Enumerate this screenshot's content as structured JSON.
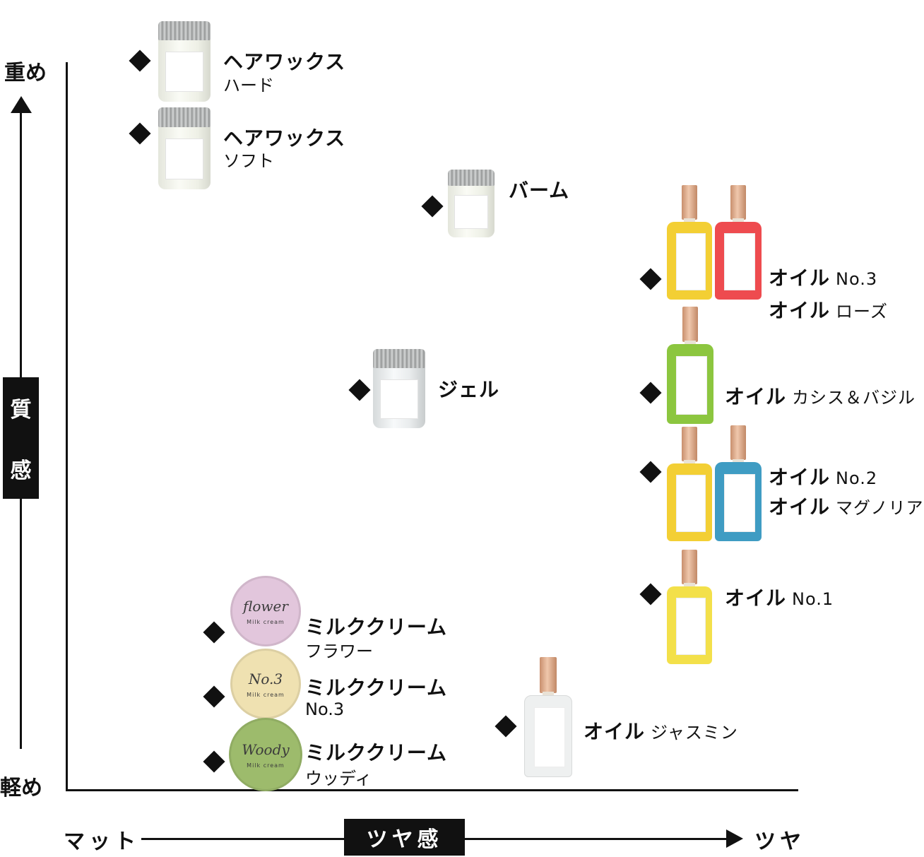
{
  "axes": {
    "y_label": "質感",
    "y_label_top": "質",
    "y_label_bottom": "感",
    "y_top": "重め",
    "y_bottom": "軽め",
    "x_label": "ツヤ感",
    "x_left": "マット",
    "x_right": "ツヤ"
  },
  "colors": {
    "axis": "#111111",
    "oil_yellow": "#f3cf34",
    "oil_red": "#ee4b4f",
    "oil_green": "#8cc63f",
    "oil_blue": "#3f9cc3",
    "oil_clear": "#eef0f0",
    "tin_flower": "#e2c6dc",
    "tin_no3": "#efe1b1",
    "tin_woody": "#9dbb6c"
  },
  "products": {
    "wax_hard": {
      "name": "ヘアワックス",
      "variant": "ハード"
    },
    "wax_soft": {
      "name": "ヘアワックス",
      "variant": "ソフト"
    },
    "balm": {
      "name": "バーム"
    },
    "gel": {
      "name": "ジェル"
    },
    "oil_no3": {
      "name": "オイル",
      "variant": "No.3"
    },
    "oil_rose": {
      "name": "オイル",
      "variant": "ローズ"
    },
    "oil_cassis": {
      "name": "オイル",
      "variant": "カシス＆バジル"
    },
    "oil_no2": {
      "name": "オイル",
      "variant": "No.2"
    },
    "oil_magnolia": {
      "name": "オイル",
      "variant": "マグノリア"
    },
    "oil_no1": {
      "name": "オイル",
      "variant": "No.1"
    },
    "oil_jasmine": {
      "name": "オイル",
      "variant": "ジャスミン"
    },
    "milk_flower": {
      "name": "ミルククリーム",
      "variant": "フラワー",
      "tin_script": "flower",
      "tin_text": "Milk cream"
    },
    "milk_no3": {
      "name": "ミルククリーム",
      "variant": "No.3",
      "tin_script": "No.3",
      "tin_text": "Milk cream"
    },
    "milk_woody": {
      "name": "ミルククリーム",
      "variant": "ウッディ",
      "tin_script": "Woody",
      "tin_text": "Milk cream"
    }
  }
}
